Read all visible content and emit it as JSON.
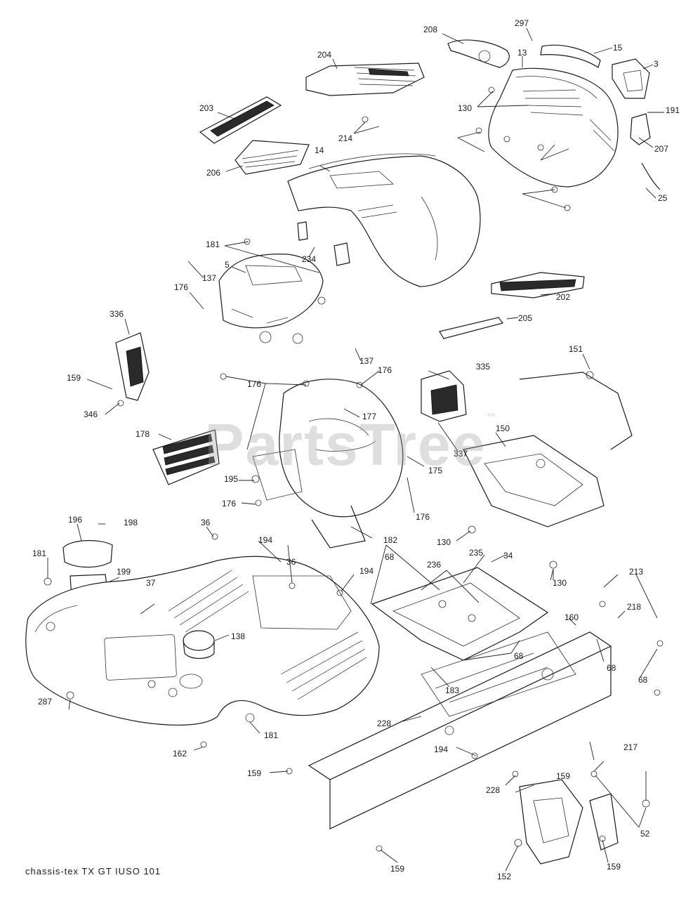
{
  "watermark": {
    "text": "PartsTree",
    "tm": "™"
  },
  "caption": "chassis-tex TX GT IUSO 101",
  "callouts": [
    "208",
    "297",
    "13",
    "15",
    "3",
    "204",
    "203",
    "214",
    "130",
    "191",
    "207",
    "206",
    "14",
    "25",
    "181",
    "234",
    "137",
    "5",
    "176",
    "202",
    "205",
    "336",
    "137",
    "176",
    "335",
    "151",
    "159",
    "176",
    "177",
    "346",
    "178",
    "337",
    "150",
    "175",
    "195",
    "176",
    "176",
    "182",
    "130",
    "196",
    "198",
    "36",
    "194",
    "181",
    "199",
    "36",
    "194",
    "68",
    "236",
    "235",
    "34",
    "37",
    "130",
    "213",
    "138",
    "218",
    "160",
    "68",
    "68",
    "287",
    "183",
    "68",
    "228",
    "181",
    "162",
    "194",
    "217",
    "159",
    "159",
    "228",
    "52",
    "159",
    "152",
    "159"
  ]
}
